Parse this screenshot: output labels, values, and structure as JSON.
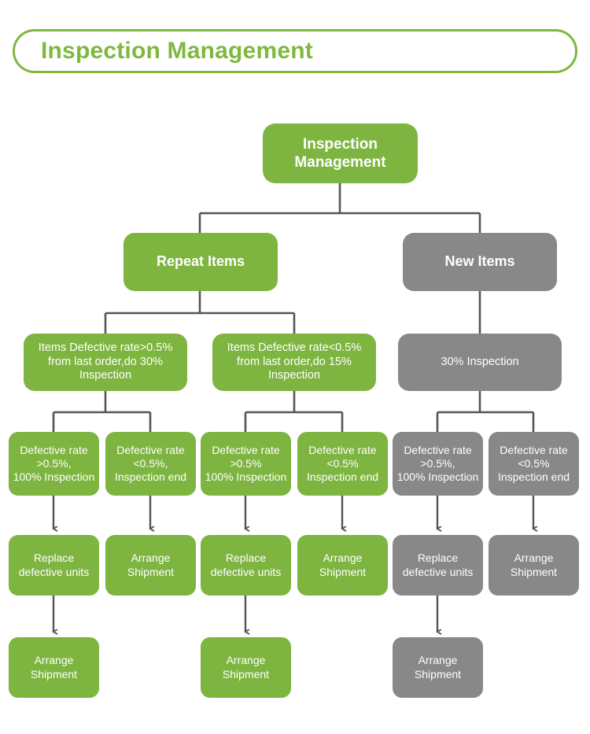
{
  "page": {
    "title": "Inspection Management",
    "colors": {
      "green": "#7eb541",
      "gray": "#888888",
      "connector": "#555555",
      "title_text": "#7fb83f",
      "node_text": "#ffffff",
      "background": "#ffffff"
    }
  },
  "header": {
    "banner_label": "Inspection Management"
  },
  "chart_data": {
    "type": "diagram",
    "title": "Inspection Management",
    "orientation": "top-down tree",
    "nodes": [
      {
        "id": "root",
        "label": "Inspection\nManagement",
        "color": "green",
        "level": 0
      },
      {
        "id": "repeat",
        "label": "Repeat Items",
        "color": "green",
        "level": 1
      },
      {
        "id": "new",
        "label": "New Items",
        "color": "gray",
        "level": 1
      },
      {
        "id": "rep-gt",
        "label": "Items Defective rate>0.5%\nfrom last order,do 30%\nInspection",
        "color": "green",
        "level": 2
      },
      {
        "id": "rep-lt",
        "label": "Items Defective rate<0.5%\nfrom last order,do 15%\nInspection",
        "color": "green",
        "level": 2
      },
      {
        "id": "new-30",
        "label": "30% Inspection",
        "color": "gray",
        "level": 2
      },
      {
        "id": "r1-gt",
        "label": "Defective rate\n>0.5%,\n100% Inspection",
        "color": "green",
        "level": 3
      },
      {
        "id": "r1-lt",
        "label": "Defective rate\n<0.5%,\nInspection end",
        "color": "green",
        "level": 3
      },
      {
        "id": "r2-gt",
        "label": "Defective rate\n>0.5%\n100% Inspection",
        "color": "green",
        "level": 3
      },
      {
        "id": "r2-lt",
        "label": "Defective rate\n<0.5%\nInspection end",
        "color": "green",
        "level": 3
      },
      {
        "id": "n-gt",
        "label": "Defective rate\n>0.5%,\n100% Inspection",
        "color": "gray",
        "level": 3
      },
      {
        "id": "n-lt",
        "label": "Defective rate\n<0.5%\nInspection end",
        "color": "gray",
        "level": 3
      },
      {
        "id": "r1-rep",
        "label": "Replace\ndefective units",
        "color": "green",
        "level": 4
      },
      {
        "id": "r1-ship",
        "label": "Arrange\nShipment",
        "color": "green",
        "level": 4
      },
      {
        "id": "r2-rep",
        "label": "Replace\ndefective units",
        "color": "green",
        "level": 4
      },
      {
        "id": "r2-ship",
        "label": "Arrange\nShipment",
        "color": "green",
        "level": 4
      },
      {
        "id": "n-rep",
        "label": "Replace\ndefective units",
        "color": "gray",
        "level": 4
      },
      {
        "id": "n-ship",
        "label": "Arrange\nShipment",
        "color": "gray",
        "level": 4
      },
      {
        "id": "r1-final",
        "label": "Arrange\nShipment",
        "color": "green",
        "level": 5
      },
      {
        "id": "r2-final",
        "label": "Arrange\nShipment",
        "color": "green",
        "level": 5
      },
      {
        "id": "n-final",
        "label": "Arrange\nShipment",
        "color": "gray",
        "level": 5
      }
    ],
    "edges": [
      {
        "from": "root",
        "to": "repeat",
        "style": "orthogonal"
      },
      {
        "from": "root",
        "to": "new",
        "style": "orthogonal"
      },
      {
        "from": "repeat",
        "to": "rep-gt",
        "style": "orthogonal"
      },
      {
        "from": "repeat",
        "to": "rep-lt",
        "style": "orthogonal"
      },
      {
        "from": "new",
        "to": "new-30",
        "style": "straight"
      },
      {
        "from": "rep-gt",
        "to": "r1-gt",
        "style": "orthogonal"
      },
      {
        "from": "rep-gt",
        "to": "r1-lt",
        "style": "orthogonal"
      },
      {
        "from": "rep-lt",
        "to": "r2-gt",
        "style": "orthogonal"
      },
      {
        "from": "rep-lt",
        "to": "r2-lt",
        "style": "orthogonal"
      },
      {
        "from": "new-30",
        "to": "n-gt",
        "style": "orthogonal"
      },
      {
        "from": "new-30",
        "to": "n-lt",
        "style": "orthogonal"
      },
      {
        "from": "r1-gt",
        "to": "r1-rep",
        "style": "arrow"
      },
      {
        "from": "r1-lt",
        "to": "r1-ship",
        "style": "arrow"
      },
      {
        "from": "r2-gt",
        "to": "r2-rep",
        "style": "arrow"
      },
      {
        "from": "r2-lt",
        "to": "r2-ship",
        "style": "arrow"
      },
      {
        "from": "n-gt",
        "to": "n-rep",
        "style": "arrow"
      },
      {
        "from": "n-lt",
        "to": "n-ship",
        "style": "arrow"
      },
      {
        "from": "r1-rep",
        "to": "r1-final",
        "style": "arrow"
      },
      {
        "from": "r2-rep",
        "to": "r2-final",
        "style": "arrow"
      },
      {
        "from": "n-rep",
        "to": "n-final",
        "style": "arrow"
      }
    ]
  }
}
